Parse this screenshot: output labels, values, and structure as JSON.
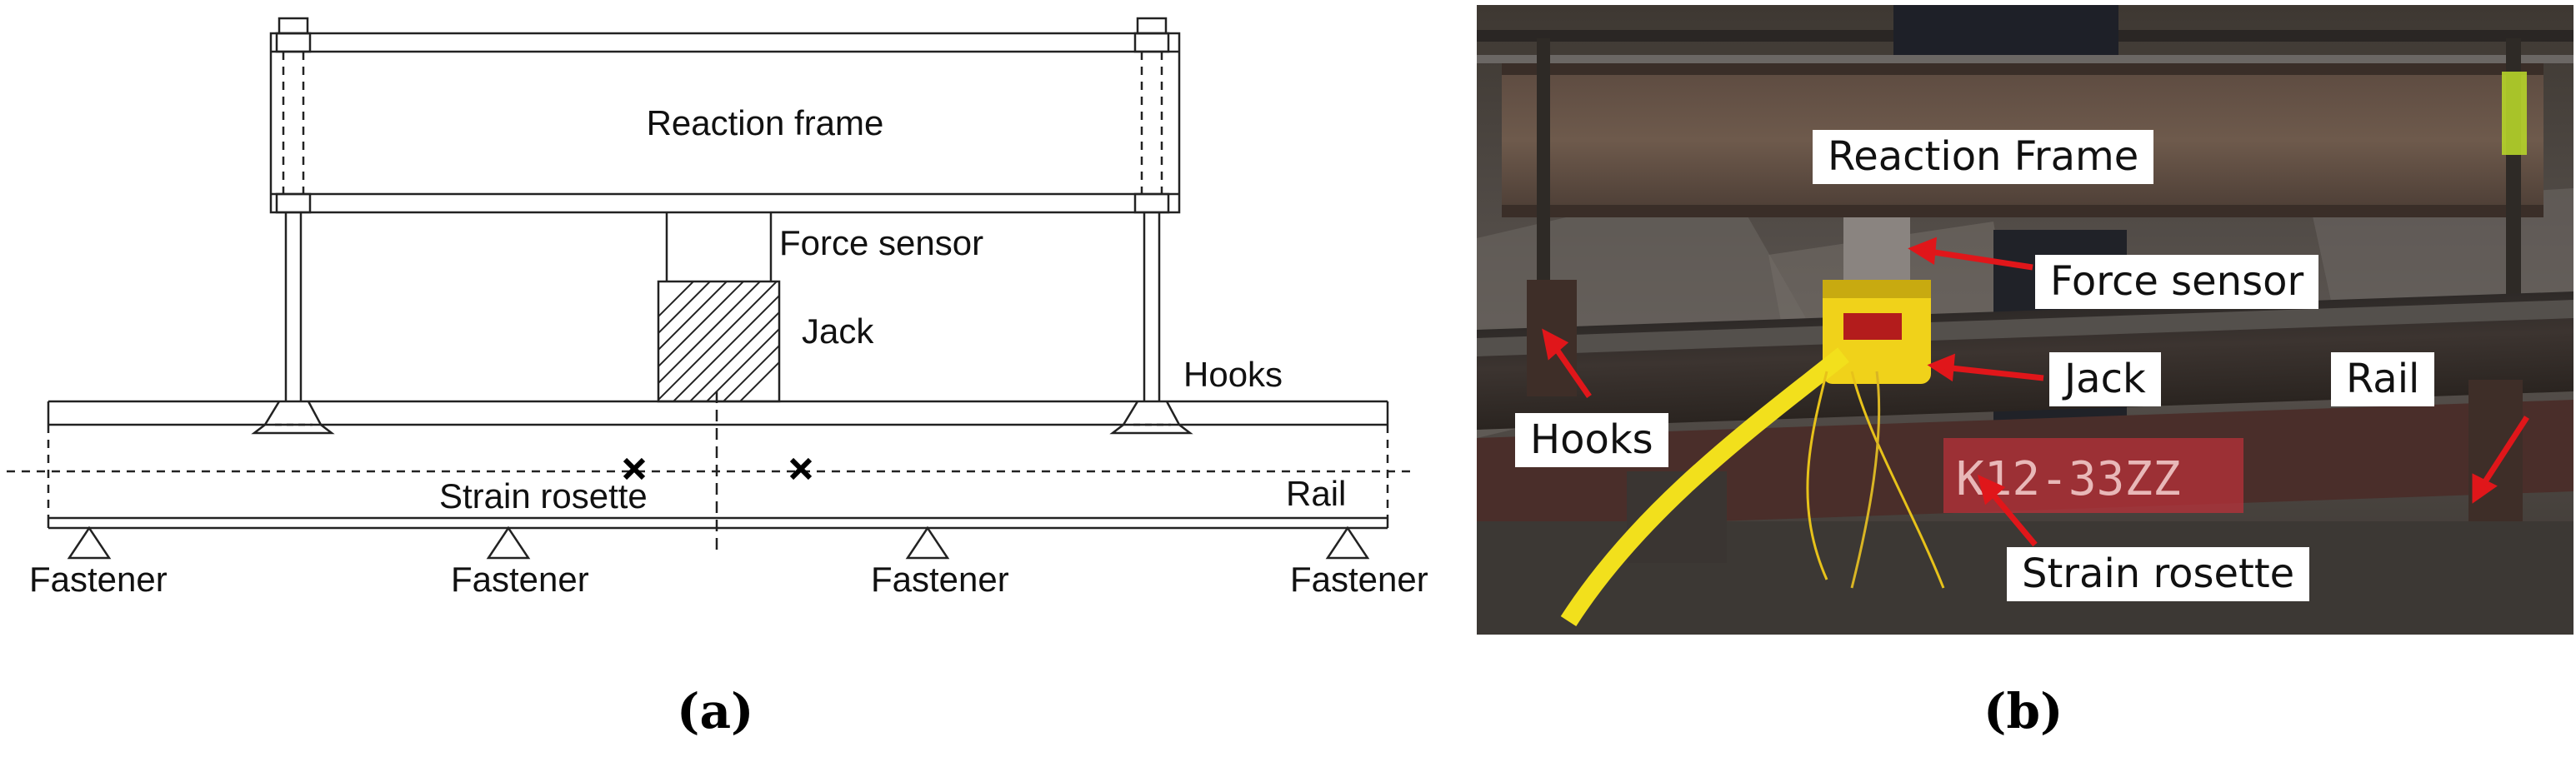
{
  "panel_a": {
    "labels": {
      "reaction_frame": "Reaction frame",
      "force_sensor": "Force sensor",
      "jack": "Jack",
      "hooks": "Hooks",
      "strain_rosette": "Strain rosette",
      "rail": "Rail",
      "fastener": "Fastener"
    },
    "caption": "(a)"
  },
  "panel_b": {
    "labels": {
      "reaction_frame": "Reaction Frame",
      "force_sensor": "Force sensor",
      "jack": "Jack",
      "hooks": "Hooks",
      "rail": "Rail",
      "strain_rosette": "Strain rosette",
      "rail_marking": "K12-33ZZ"
    },
    "caption": "(b)"
  },
  "colors": {
    "arrow": "#e0161a",
    "jack_yellow": "#f0d21a",
    "hose_yellow": "#f2e01c",
    "steel": "#4a3e37"
  }
}
